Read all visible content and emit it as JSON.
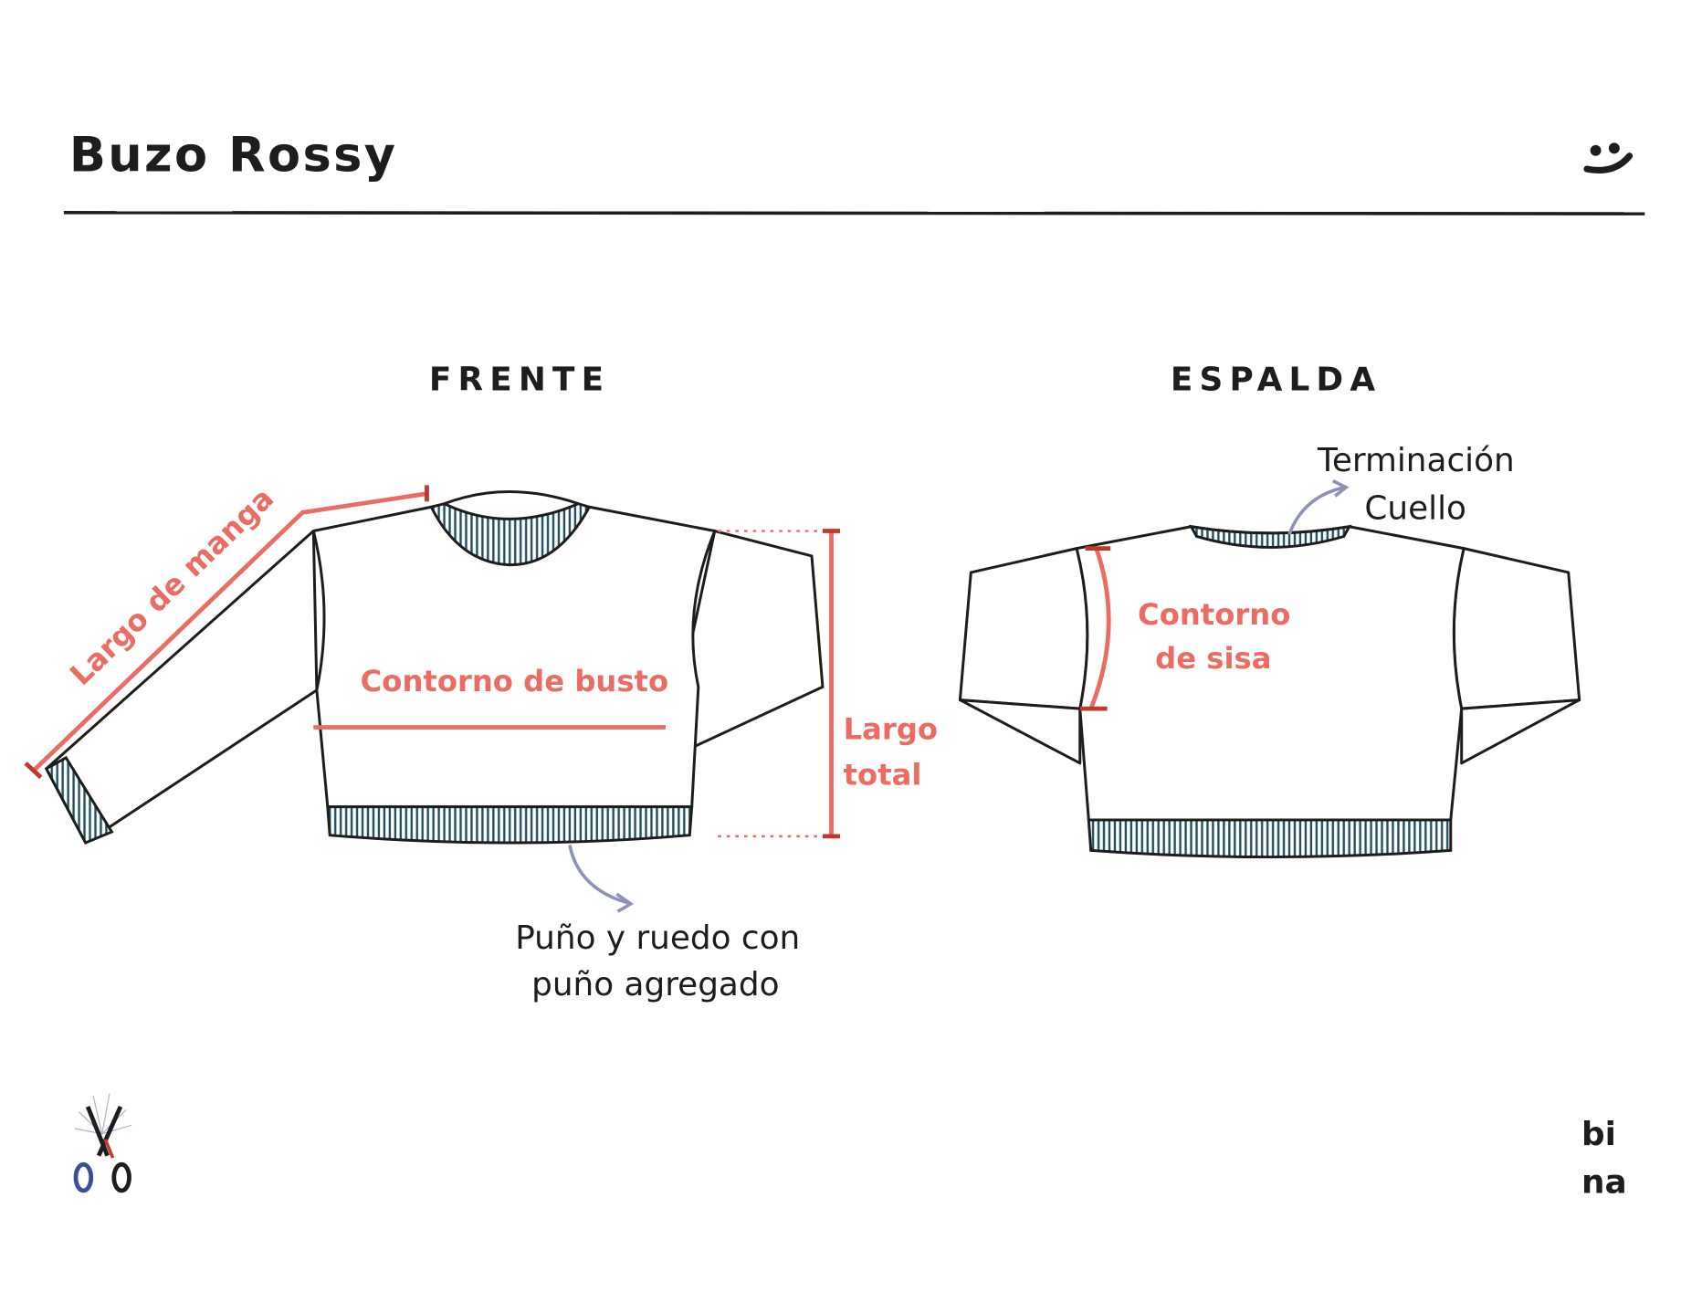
{
  "header": {
    "title": "Buzo Rossy",
    "logo_icon": "smile-icon"
  },
  "views": {
    "front": "FRENTE",
    "back": "ESPALDA"
  },
  "measurements": {
    "sleeve_length": "Largo de manga",
    "bust": "Contorno de busto",
    "total_length_1": "Largo",
    "total_length_2": "total",
    "armhole_1": "Contorno",
    "armhole_2": "de sisa"
  },
  "notes": {
    "cuff_1": "Puño y ruedo con",
    "cuff_2": "puño agregado",
    "collar_1": "Terminación",
    "collar_2": "Cuello"
  },
  "footer": {
    "left_logo": "scissors-icon",
    "right_logo": "bina",
    "right_logo_text": "bi na"
  },
  "colors": {
    "measure": "#ec6b63",
    "rib": "#1f4e5f",
    "arrow": "#8d93b8",
    "ink": "#1d1d1b"
  }
}
